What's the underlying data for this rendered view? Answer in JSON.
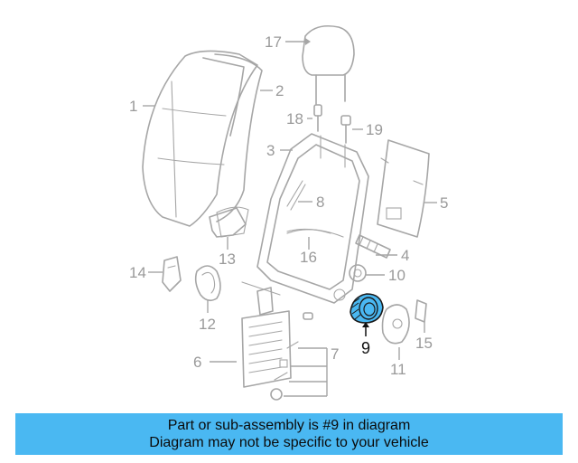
{
  "callouts": {
    "c1": "1",
    "c2": "2",
    "c3": "3",
    "c4": "4",
    "c5": "5",
    "c6": "6",
    "c7": "7",
    "c8": "8",
    "c9": "9",
    "c10": "10",
    "c11": "11",
    "c12": "12",
    "c13": "13",
    "c14": "14",
    "c15": "15",
    "c16": "16",
    "c17": "17",
    "c18": "18",
    "c19": "19"
  },
  "highlight_color": "#4ab8f2",
  "banner": {
    "line1": "Part or sub-assembly is #9 in diagram",
    "line2": "Diagram may not be specific to your vehicle"
  }
}
